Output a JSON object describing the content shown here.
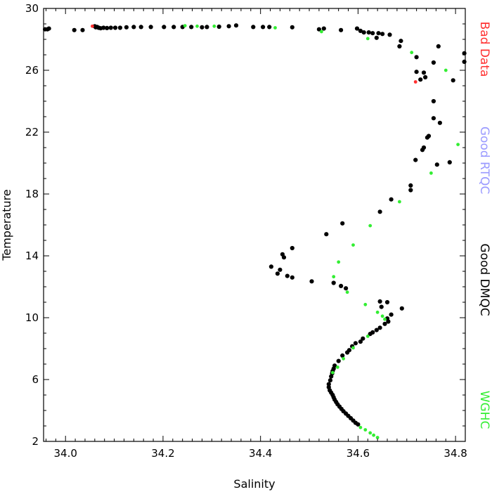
{
  "chart_data": {
    "type": "scatter",
    "xlabel": "Salinity",
    "ylabel": "Temperature",
    "xlim": [
      33.955,
      34.82
    ],
    "ylim": [
      2,
      30
    ],
    "xticks": [
      34.0,
      34.2,
      34.4,
      34.6,
      34.8
    ],
    "xtick_labels": [
      "34.0",
      "34.2",
      "34.4",
      "34.6",
      "34.8"
    ],
    "yticks": [
      2,
      6,
      10,
      14,
      18,
      22,
      26,
      30
    ],
    "ytick_labels": [
      "2",
      "6",
      "10",
      "14",
      "18",
      "22",
      "26",
      "30"
    ],
    "grid": false,
    "legend_position": "right",
    "series": [
      {
        "name": "Bad Data",
        "color": "#ff3030",
        "points": [
          [
            34.055,
            28.85
          ],
          [
            34.718,
            25.25
          ]
        ]
      },
      {
        "name": "Good RTQC",
        "color": "#9999ff",
        "points": []
      },
      {
        "name": "Good DMQC",
        "color": "#000000",
        "points": [
          [
            33.958,
            28.65
          ],
          [
            33.963,
            28.65
          ],
          [
            33.966,
            28.7
          ],
          [
            34.018,
            28.6
          ],
          [
            34.035,
            28.6
          ],
          [
            34.06,
            28.85
          ],
          [
            34.062,
            28.78
          ],
          [
            34.065,
            28.8
          ],
          [
            34.068,
            28.75
          ],
          [
            34.072,
            28.72
          ],
          [
            34.078,
            28.75
          ],
          [
            34.085,
            28.73
          ],
          [
            34.093,
            28.75
          ],
          [
            34.102,
            28.75
          ],
          [
            34.112,
            28.75
          ],
          [
            34.125,
            28.78
          ],
          [
            34.14,
            28.8
          ],
          [
            34.155,
            28.8
          ],
          [
            34.175,
            28.8
          ],
          [
            34.202,
            28.8
          ],
          [
            34.222,
            28.8
          ],
          [
            34.24,
            28.8
          ],
          [
            34.258,
            28.8
          ],
          [
            34.28,
            28.78
          ],
          [
            34.29,
            28.8
          ],
          [
            34.315,
            28.82
          ],
          [
            34.335,
            28.85
          ],
          [
            34.35,
            28.9
          ],
          [
            34.385,
            28.8
          ],
          [
            34.405,
            28.8
          ],
          [
            34.418,
            28.8
          ],
          [
            34.465,
            28.78
          ],
          [
            34.52,
            28.65
          ],
          [
            34.53,
            28.7
          ],
          [
            34.565,
            28.6
          ],
          [
            34.598,
            28.7
          ],
          [
            34.605,
            28.55
          ],
          [
            34.612,
            28.45
          ],
          [
            34.622,
            28.45
          ],
          [
            34.63,
            28.4
          ],
          [
            34.642,
            28.4
          ],
          [
            34.65,
            28.35
          ],
          [
            34.638,
            28.1
          ],
          [
            34.665,
            28.3
          ],
          [
            34.688,
            27.9
          ],
          [
            34.685,
            27.55
          ],
          [
            34.72,
            26.85
          ],
          [
            34.765,
            27.55
          ],
          [
            34.818,
            27.1
          ],
          [
            34.818,
            26.55
          ],
          [
            34.755,
            26.5
          ],
          [
            34.72,
            25.9
          ],
          [
            34.735,
            25.85
          ],
          [
            34.738,
            25.55
          ],
          [
            34.728,
            25.4
          ],
          [
            34.795,
            25.35
          ],
          [
            34.755,
            24.0
          ],
          [
            34.755,
            22.9
          ],
          [
            34.768,
            22.6
          ],
          [
            34.745,
            21.75
          ],
          [
            34.742,
            21.65
          ],
          [
            34.735,
            21.0
          ],
          [
            34.732,
            20.85
          ],
          [
            34.718,
            20.2
          ],
          [
            34.762,
            19.9
          ],
          [
            34.788,
            20.05
          ],
          [
            34.708,
            18.55
          ],
          [
            34.708,
            18.25
          ],
          [
            34.668,
            17.65
          ],
          [
            34.645,
            16.85
          ],
          [
            34.568,
            16.1
          ],
          [
            34.535,
            15.4
          ],
          [
            34.465,
            14.5
          ],
          [
            34.445,
            14.1
          ],
          [
            34.448,
            13.9
          ],
          [
            34.422,
            13.3
          ],
          [
            34.44,
            13.1
          ],
          [
            34.435,
            12.85
          ],
          [
            34.455,
            12.7
          ],
          [
            34.465,
            12.6
          ],
          [
            34.505,
            12.35
          ],
          [
            34.55,
            12.25
          ],
          [
            34.565,
            12.05
          ],
          [
            34.575,
            11.9
          ],
          [
            34.645,
            11.05
          ],
          [
            34.66,
            11.0
          ],
          [
            34.648,
            10.7
          ],
          [
            34.69,
            10.6
          ],
          [
            34.668,
            10.2
          ],
          [
            34.66,
            9.95
          ],
          [
            34.662,
            9.75
          ],
          [
            34.655,
            9.6
          ],
          [
            34.645,
            9.35
          ],
          [
            34.638,
            9.2
          ],
          [
            34.63,
            9.05
          ],
          [
            34.625,
            8.95
          ],
          [
            34.61,
            8.65
          ],
          [
            34.605,
            8.45
          ],
          [
            34.595,
            8.35
          ],
          [
            34.588,
            8.15
          ],
          [
            34.582,
            7.9
          ],
          [
            34.578,
            7.75
          ],
          [
            34.568,
            7.55
          ],
          [
            34.56,
            7.2
          ],
          [
            34.552,
            6.9
          ],
          [
            34.55,
            6.7
          ],
          [
            34.548,
            6.55
          ],
          [
            34.547,
            6.4
          ],
          [
            34.545,
            6.2
          ],
          [
            34.543,
            5.95
          ],
          [
            34.54,
            5.7
          ],
          [
            34.54,
            5.5
          ],
          [
            34.542,
            5.3
          ],
          [
            34.545,
            5.15
          ],
          [
            34.548,
            5.0
          ],
          [
            34.55,
            4.85
          ],
          [
            34.552,
            4.7
          ],
          [
            34.555,
            4.55
          ],
          [
            34.558,
            4.4
          ],
          [
            34.562,
            4.25
          ],
          [
            34.566,
            4.1
          ],
          [
            34.57,
            3.95
          ],
          [
            34.575,
            3.8
          ],
          [
            34.58,
            3.65
          ],
          [
            34.585,
            3.5
          ],
          [
            34.59,
            3.35
          ],
          [
            34.595,
            3.2
          ],
          [
            34.6,
            3.1
          ]
        ]
      },
      {
        "name": "WGHC",
        "color": "#33ee33",
        "points": [
          [
            34.245,
            28.88
          ],
          [
            34.27,
            28.85
          ],
          [
            34.305,
            28.85
          ],
          [
            34.43,
            28.75
          ],
          [
            34.525,
            28.5
          ],
          [
            34.62,
            28.05
          ],
          [
            34.71,
            27.15
          ],
          [
            34.78,
            26.0
          ],
          [
            34.805,
            21.2
          ],
          [
            34.75,
            19.35
          ],
          [
            34.685,
            17.5
          ],
          [
            34.625,
            15.95
          ],
          [
            34.59,
            14.7
          ],
          [
            34.56,
            13.6
          ],
          [
            34.55,
            12.65
          ],
          [
            34.578,
            11.65
          ],
          [
            34.615,
            10.85
          ],
          [
            34.64,
            10.35
          ],
          [
            34.65,
            10.1
          ],
          [
            34.655,
            9.9
          ],
          [
            34.62,
            8.8
          ],
          [
            34.59,
            8.05
          ],
          [
            34.57,
            7.35
          ],
          [
            34.558,
            6.8
          ],
          [
            34.548,
            6.45
          ],
          [
            34.605,
            2.9
          ],
          [
            34.615,
            2.75
          ],
          [
            34.625,
            2.55
          ],
          [
            34.632,
            2.4
          ],
          [
            34.64,
            2.25
          ]
        ]
      }
    ]
  }
}
